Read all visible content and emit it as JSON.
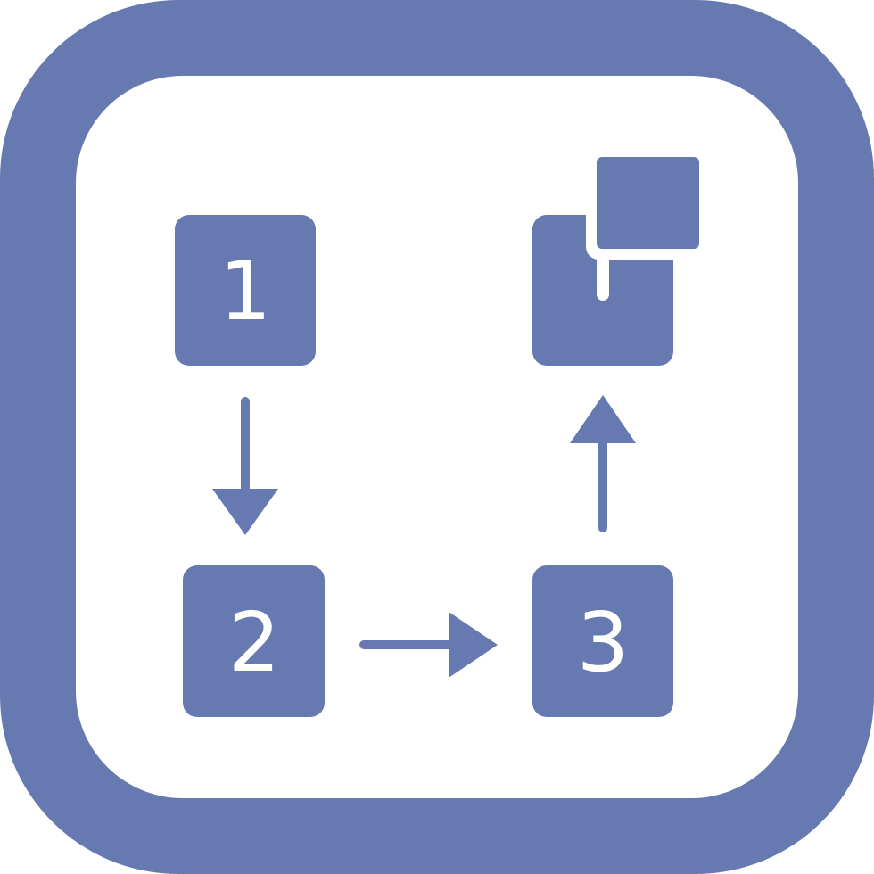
{
  "colors": {
    "primary": "#6679b0",
    "background": "#ffffff"
  },
  "icon": {
    "name": "workflow-steps-icon",
    "steps": [
      {
        "label": "1"
      },
      {
        "label": "2"
      },
      {
        "label": "3"
      }
    ]
  }
}
